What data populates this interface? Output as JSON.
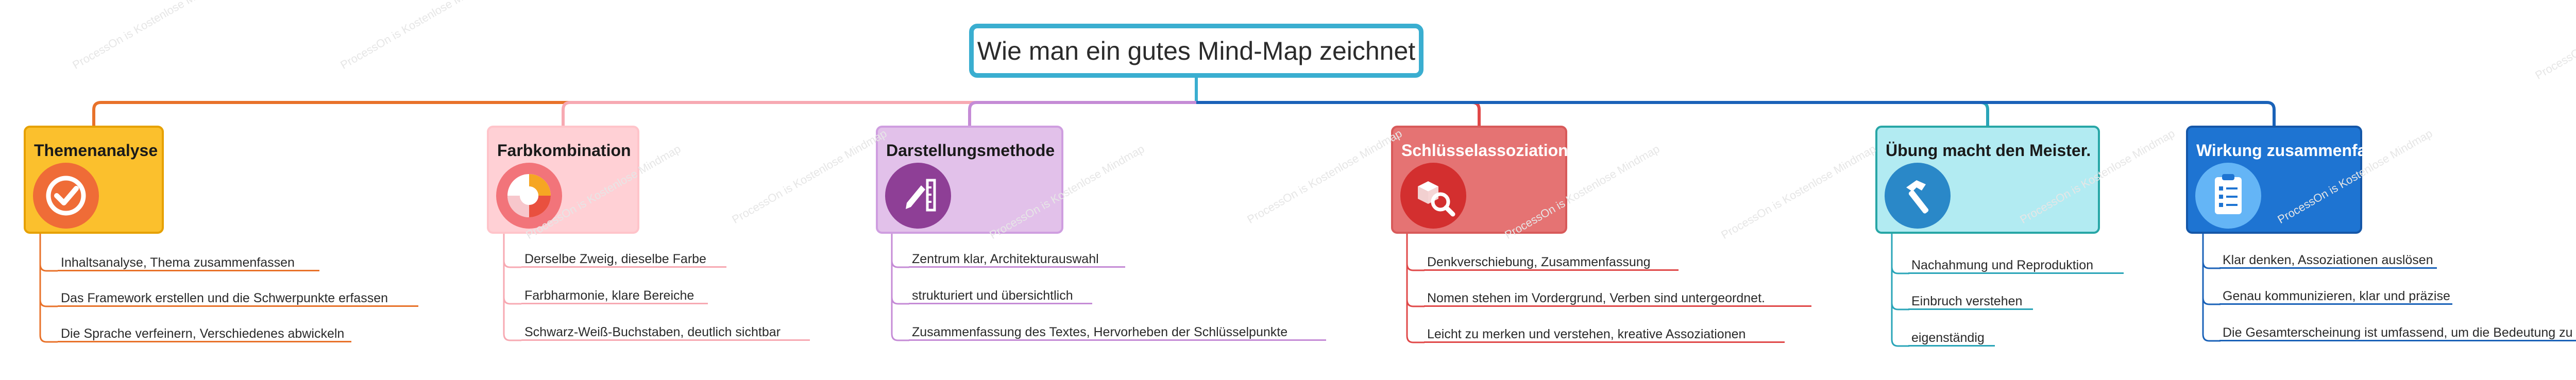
{
  "root": {
    "title": "Wie man ein gutes Mind-Map zeichnet",
    "color": "#3aaed0"
  },
  "topics": [
    {
      "title": "Themenanalyse",
      "fill": "#fbc02d",
      "border": "#e6a100",
      "line": "#e8722a",
      "title_color": "#1a1a1a",
      "icon": "check-circle-icon",
      "items": [
        "Inhaltsanalyse, Thema zusammenfassen",
        "Das Framework erstellen und die Schwerpunkte erfassen",
        "Die Sprache verfeinern, Verschiedenes abwickeln"
      ]
    },
    {
      "title": "Farbkombination",
      "fill": "#ffd0d5",
      "border": "#ffc4ca",
      "line": "#f7a9b2",
      "title_color": "#1a1a1a",
      "icon": "color-wheel-icon",
      "items": [
        "Derselbe Zweig, dieselbe Farbe",
        "Farbharmonie, klare Bereiche",
        "Schwarz-Weiß-Buchstaben, deutlich sichtbar"
      ]
    },
    {
      "title": "Darstellungsmethode",
      "fill": "#e2c1ea",
      "border": "#cf9ee0",
      "line": "#c58bd6",
      "title_color": "#1a1a1a",
      "icon": "pencil-ruler-icon",
      "items": [
        "Zentrum klar, Architekturauswahl",
        "strukturiert und übersichtlich",
        "Zusammenfassung des Textes, Hervorheben der Schlüsselpunkte"
      ]
    },
    {
      "title": "Schlüsselassoziation",
      "fill": "#e57373",
      "border": "#d85a5a",
      "line": "#e04848",
      "title_color": "#ffffff",
      "icon": "magnifier-cube-icon",
      "items": [
        "Denkverschiebung, Zusammenfassung",
        "Nomen stehen im Vordergrund, Verben sind untergeordnet.",
        "Leicht zu merken und verstehen, kreative Assoziationen"
      ]
    },
    {
      "title": "Übung macht den Meister.",
      "fill": "#b2ebf2",
      "border": "#28a6a6",
      "line": "#2aa5b8",
      "title_color": "#1a1a1a",
      "icon": "hammer-icon",
      "items": [
        "Nachahmung und Reproduktion",
        "Einbruch verstehen",
        "eigenständig"
      ]
    },
    {
      "title": "Wirkung zusammenfassen",
      "fill": "#1e74d2",
      "border": "#1557a8",
      "line": "#1a62b8",
      "title_color": "#ffffff",
      "icon": "clipboard-checklist-icon",
      "items": [
        "Klar denken, Assoziationen auslösen",
        "Genau kommunizieren, klar und präzise",
        "Die Gesamterscheinung ist umfassend, um die Bedeutung zu erklären."
      ]
    }
  ],
  "watermark": "ProcessOn is Kostenlose Mindmap"
}
